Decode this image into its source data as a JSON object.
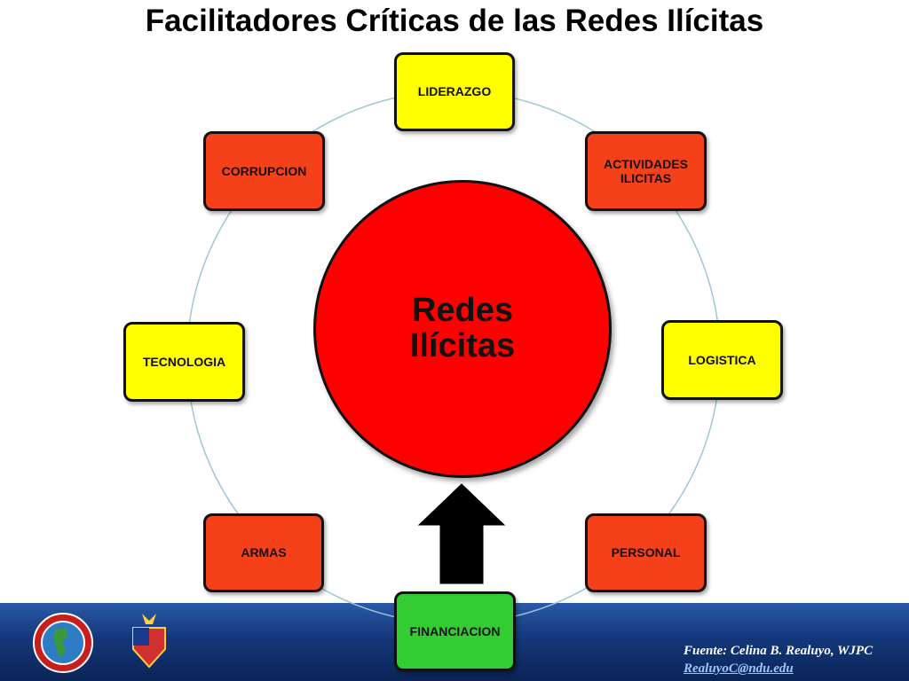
{
  "title": "Facilitadores Críticas de las Redes Ilícitas",
  "center_label": "Redes\nIlícitas",
  "nodes": {
    "liderazgo": "LIDERAZGO",
    "actividades": "ACTIVIDADES ILICITAS",
    "logistica": "LOGISTICA",
    "personal": "PERSONAL",
    "financiacion": "FINANCIACION",
    "armas": "ARMAS",
    "tecnologia": "TECNOLOGIA",
    "corrupcion": "CORRUPCION"
  },
  "source": {
    "line1": "Fuente: Celina B. Realuyo, WJPC",
    "email": "RealuyoC@ndu.edu"
  },
  "colors": {
    "yellow": "#ffff00",
    "orange": "#f4411a",
    "green": "#33cc33",
    "center_red": "#ff0000",
    "footer_blue": "#14377a"
  }
}
